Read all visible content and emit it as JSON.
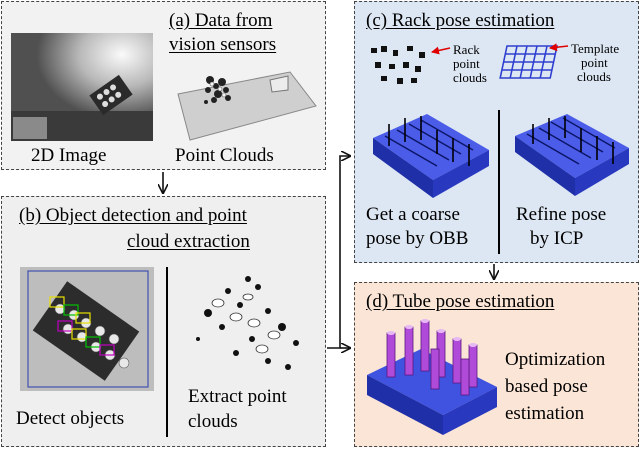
{
  "panels": {
    "a": {
      "title_line1": "(a) Data from",
      "title_line2": "vision sensors",
      "caption_left": "2D Image",
      "caption_right": "Point Clouds"
    },
    "b": {
      "title_line1": "(b) Object detection and point",
      "title_line2": "cloud extraction",
      "caption_left": "Detect objects",
      "caption_right_line1": "Extract point",
      "caption_right_line2": "clouds"
    },
    "c": {
      "title": "(c) Rack pose estimation",
      "rack_label_line1": "Rack",
      "rack_label_line2": "point",
      "rack_label_line3": "clouds",
      "template_label_line1": "Template",
      "template_label_line2": "point",
      "template_label_line3": "clouds",
      "caption_left_line1": "Get a coarse",
      "caption_left_line2": "pose by OBB",
      "caption_right_line1": "Refine pose",
      "caption_right_line2": "by ICP"
    },
    "d": {
      "title": "(d) Tube pose estimation",
      "caption_line1": "Optimization",
      "caption_line2": "based pose",
      "caption_line3": "estimation"
    }
  },
  "colors": {
    "panel_a_bg": "#f2f2f2",
    "panel_b_bg": "#efefef",
    "panel_c_bg": "#dde7f3",
    "panel_d_bg": "#fbe5d6",
    "rack_blue": "#2e3fd0",
    "tube_purple": "#b04ad8",
    "annotation_red": "#e00000",
    "arrow": "#111111"
  }
}
